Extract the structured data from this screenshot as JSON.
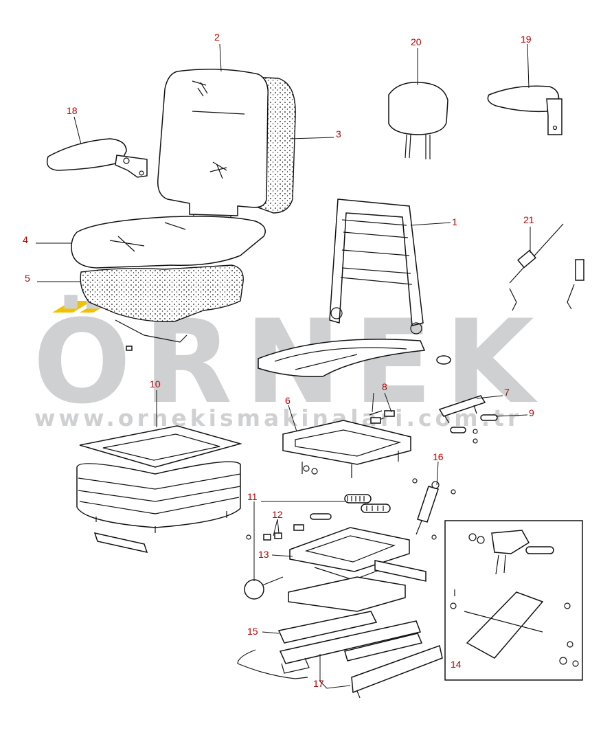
{
  "watermark": {
    "brand": "ÖRNEK",
    "url": "www.ornekismakinalari.com.tr",
    "brand_color": "#cfd0d2",
    "accent_color": "#f2c200"
  },
  "callout_color": "#c00000",
  "parts": [
    {
      "id": "1",
      "label": "1",
      "name": "seat-frame"
    },
    {
      "id": "2",
      "label": "2",
      "name": "backrest-cushion"
    },
    {
      "id": "3",
      "label": "3",
      "name": "backrest-foam"
    },
    {
      "id": "4",
      "label": "4",
      "name": "seat-cushion-cover"
    },
    {
      "id": "5",
      "label": "5",
      "name": "seat-foam"
    },
    {
      "id": "6",
      "label": "6",
      "name": "adjuster-mechanism"
    },
    {
      "id": "7",
      "label": "7",
      "name": "slide-bracket"
    },
    {
      "id": "8",
      "label": "8",
      "name": "springs"
    },
    {
      "id": "9",
      "label": "9",
      "name": "bolt"
    },
    {
      "id": "10",
      "label": "10",
      "name": "suspension-bellows"
    },
    {
      "id": "11",
      "label": "11",
      "name": "suspension-springs"
    },
    {
      "id": "12",
      "label": "12",
      "name": "clips"
    },
    {
      "id": "13",
      "label": "13",
      "name": "scissor-frame"
    },
    {
      "id": "14",
      "label": "14",
      "name": "detail-inset"
    },
    {
      "id": "15",
      "label": "15",
      "name": "release-cable"
    },
    {
      "id": "16",
      "label": "16",
      "name": "shock-absorber"
    },
    {
      "id": "17",
      "label": "17",
      "name": "slide-rails"
    },
    {
      "id": "18",
      "label": "18",
      "name": "left-armrest"
    },
    {
      "id": "19",
      "label": "19",
      "name": "right-armrest"
    },
    {
      "id": "20",
      "label": "20",
      "name": "headrest"
    },
    {
      "id": "21",
      "label": "21",
      "name": "lever-rod"
    }
  ]
}
